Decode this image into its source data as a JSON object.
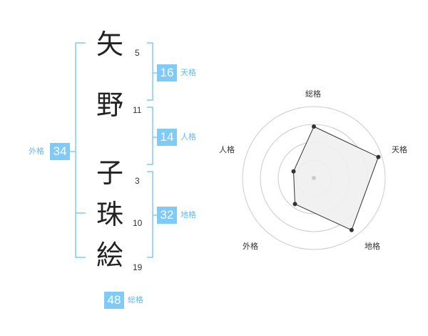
{
  "name": {
    "characters": [
      {
        "kanji": "矢",
        "strokes": "5"
      },
      {
        "kanji": "野",
        "strokes": "11"
      },
      {
        "kanji": "子",
        "strokes": "3"
      },
      {
        "kanji": "珠",
        "strokes": "10"
      },
      {
        "kanji": "絵",
        "strokes": "19"
      }
    ]
  },
  "fortunes": {
    "tenkaku": {
      "value": "16",
      "label": "天格"
    },
    "jinkaku": {
      "value": "14",
      "label": "人格"
    },
    "chikaku": {
      "value": "32",
      "label": "地格"
    },
    "gaikaku": {
      "value": "34",
      "label": "外格"
    },
    "soukaku": {
      "value": "48",
      "label": "総格"
    }
  },
  "colors": {
    "accent": "#7fcaf7",
    "bracket": "#7fcaf7",
    "radar_fill": "#efefef",
    "radar_stroke": "#333333"
  },
  "chart_data": {
    "type": "radar",
    "axes": [
      "総格",
      "天格",
      "地格",
      "外格",
      "人格"
    ],
    "values": [
      0.72,
      0.95,
      0.9,
      0.45,
      0.3
    ],
    "rings": 4,
    "range": [
      0,
      1
    ]
  }
}
